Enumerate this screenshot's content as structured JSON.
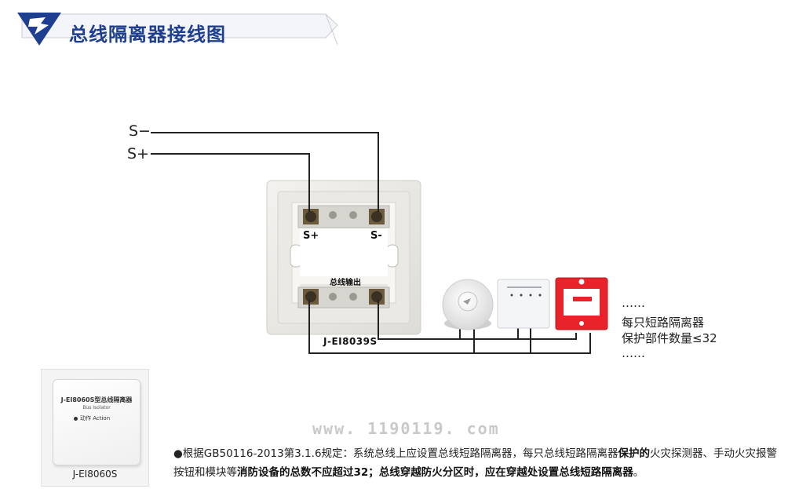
{
  "title": "总线隔离器接线图",
  "bus": {
    "minus_label": "S−",
    "plus_label": "S+"
  },
  "isolator": {
    "terminal_plus": "S+",
    "terminal_minus": "S-",
    "output_label": "总线输出",
    "model": "J-EI8039S"
  },
  "note": {
    "dots_top": "……",
    "line1": "每只短路隔离器",
    "line2": "保护部件数量≤32",
    "dots_bottom": "……"
  },
  "watermark": "www. 1190119. com",
  "standard_text": {
    "bullet": "●",
    "part1": "根据GB50116-2013第3.1.6规定：系统总线上应设置总线短路隔离器，每只总线短路隔离器",
    "bold1": "保护的",
    "part2": "火灾探测器、手动火灾报警按钮和模块等",
    "bold2": "消防设备的总数不应超过32；总线穿越防火分区时，应在穿越处设置总线短路隔离器",
    "end": "。"
  },
  "product_card": {
    "device_title": "J-EI8060S型总线隔离器",
    "device_subtitle": "Bus Isolator",
    "action_label": "动作 Action",
    "model": "J-EI8060S"
  },
  "colors": {
    "title": "#1e3f8f",
    "banner_dark": "#1e3f8f",
    "wire": "#222222",
    "alarm_red": "#e8232a"
  }
}
